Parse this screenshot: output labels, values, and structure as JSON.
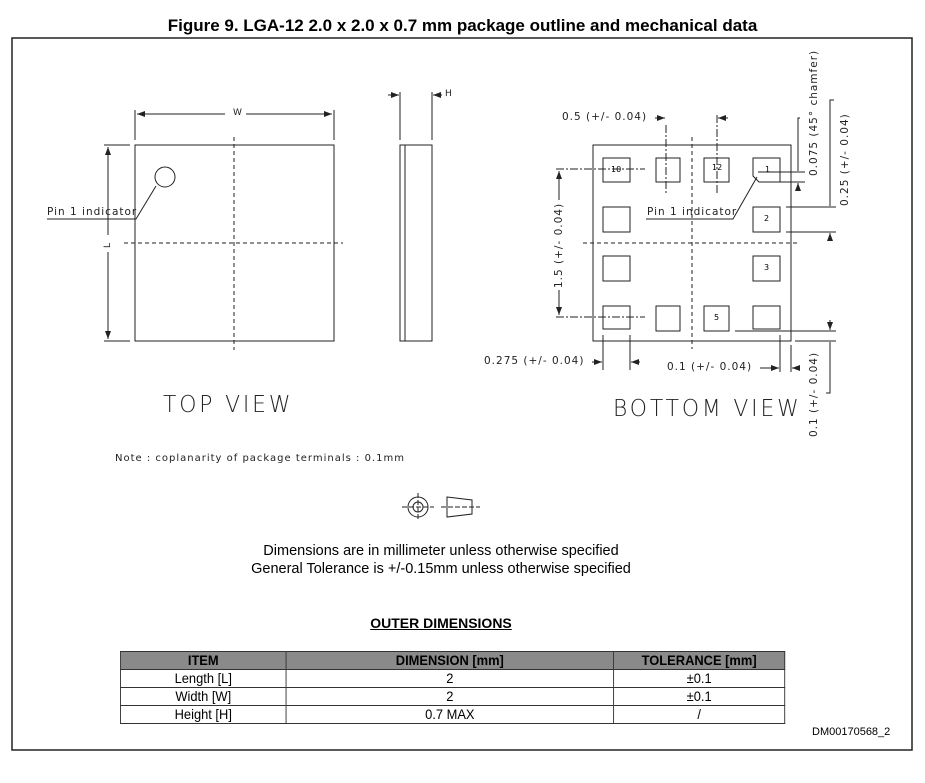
{
  "title": "Figure 9. LGA-12 2.0 x 2.0 x 0.7 mm package outline and mechanical data",
  "top_view": {
    "label": "TOP VIEW",
    "pin1_label": "Pin 1 indicator",
    "dim_w": "W",
    "dim_l": "L",
    "dim_h": "H"
  },
  "bottom_view": {
    "label": "BOTTOM VIEW",
    "pin1_label": "Pin 1 indicator",
    "pad_labels": [
      "10",
      "12",
      "1",
      "2",
      "3",
      "5"
    ],
    "dims": {
      "pitch": "0.5 (+/- 0.04)",
      "row_span": "1.5 (+/- 0.04)",
      "pad_width": "0.275 (+/- 0.04)",
      "edge_x": "0.1 (+/- 0.04)",
      "chamfer": "0.075 (45° chamfer)",
      "pad_height": "0.25 (+/- 0.04)",
      "edge_y": "0.1 (+/- 0.04)"
    }
  },
  "note": "Note : coplanarity of package terminals : 0.1mm",
  "general": [
    "Dimensions are in millimeter unless otherwise specified",
    "General Tolerance is +/-0.15mm unless otherwise specified"
  ],
  "outer_dimensions": {
    "title": "OUTER DIMENSIONS",
    "headers": [
      "ITEM",
      "DIMENSION [mm]",
      "TOLERANCE [mm]"
    ],
    "rows": [
      [
        "Length [L]",
        "2",
        "±0.1"
      ],
      [
        "Width [W]",
        "2",
        "±0.1"
      ],
      [
        "Height [H]",
        "0.7 MAX",
        "/"
      ]
    ]
  },
  "doc_id": "DM00170568_2"
}
